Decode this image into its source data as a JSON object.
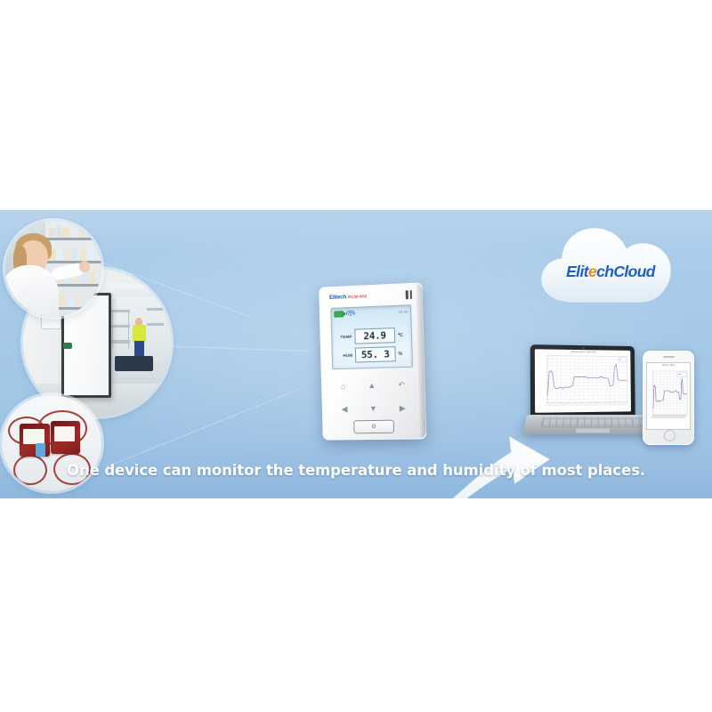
{
  "banner": {
    "background_top_color": "#b9d2ec",
    "background_bottom_color": "#8fb8de",
    "caption": "One device can monitor the temperature and humidity of most places."
  },
  "cloud": {
    "name": "elitech-cloud",
    "label_part1": "Elit",
    "label_highlight": "e",
    "label_part2": "ch",
    "label_part3": "Cloud",
    "brand_blue": "#1f5fc0",
    "brand_orange": "#f08519"
  },
  "device": {
    "name": "temperature-humidity-data-logger",
    "brand": "Elitech",
    "brand_sub": "RCW-800",
    "lcd": {
      "clock": "88:88",
      "battery_icon": "battery-icon",
      "signal_icon": "wifi-icon",
      "rows": [
        {
          "label": "TEMP",
          "value": "24.9",
          "unit": "℃"
        },
        {
          "label": "HUM",
          "value": "55. 3",
          "unit": "%"
        }
      ]
    },
    "keys": [
      {
        "name": "home-key",
        "glyph": "⌂"
      },
      {
        "name": "up-key",
        "glyph": "▲"
      },
      {
        "name": "back-key",
        "glyph": "↶"
      },
      {
        "name": "left-key",
        "glyph": "◀"
      },
      {
        "name": "down-key",
        "glyph": "▼"
      },
      {
        "name": "right-key",
        "glyph": "▶"
      }
    ],
    "lock_button": {
      "name": "lock-button",
      "glyph": "Θ"
    }
  },
  "photos": [
    {
      "name": "photo-pharmacy",
      "alt": "Pharmacist in white coat at medicine shelves"
    },
    {
      "name": "photo-coldroom",
      "alt": "Cold storage room with open door and worker in hi-vis vest"
    },
    {
      "name": "photo-blood",
      "alt": "Blood bags with tubing"
    }
  ],
  "devices_right": {
    "laptop": {
      "name": "laptop",
      "chart_title": "Temperature / Humidity"
    },
    "phone": {
      "name": "smartphone",
      "chart_title": "Temp / Hum"
    }
  },
  "arrows": [
    {
      "name": "arrow-device-to-cloud",
      "direction": "up-right"
    },
    {
      "name": "arrow-cloud-to-devices",
      "direction": "down"
    }
  ],
  "chart_data": {
    "type": "line",
    "title": "Temperature / Humidity",
    "xlabel": "",
    "ylabel": "",
    "ylim": [
      0,
      40
    ],
    "line_color": "#9b7fb8",
    "grid": true,
    "legend_position": "top-right",
    "series": [
      {
        "name": "Temperature",
        "values": [
          6,
          26,
          27,
          25,
          13,
          12,
          12,
          13,
          13,
          12,
          13,
          13,
          13,
          13,
          14,
          14,
          22,
          22,
          22,
          22,
          22,
          22,
          22,
          22,
          21,
          21,
          21,
          21,
          21,
          21,
          21,
          21,
          22,
          22,
          21,
          21,
          21,
          20,
          14,
          14,
          15,
          31,
          33,
          20,
          19,
          19,
          19,
          19,
          19,
          19
        ]
      }
    ],
    "x": [
      0,
      1,
      2,
      3,
      4,
      5,
      6,
      7,
      8,
      9,
      10,
      11,
      12,
      13,
      14,
      15,
      16,
      17,
      18,
      19,
      20,
      21,
      22,
      23,
      24,
      25,
      26,
      27,
      28,
      29,
      30,
      31,
      32,
      33,
      34,
      35,
      36,
      37,
      38,
      39,
      40,
      41,
      42,
      43,
      44,
      45,
      46,
      47,
      48,
      49
    ]
  }
}
